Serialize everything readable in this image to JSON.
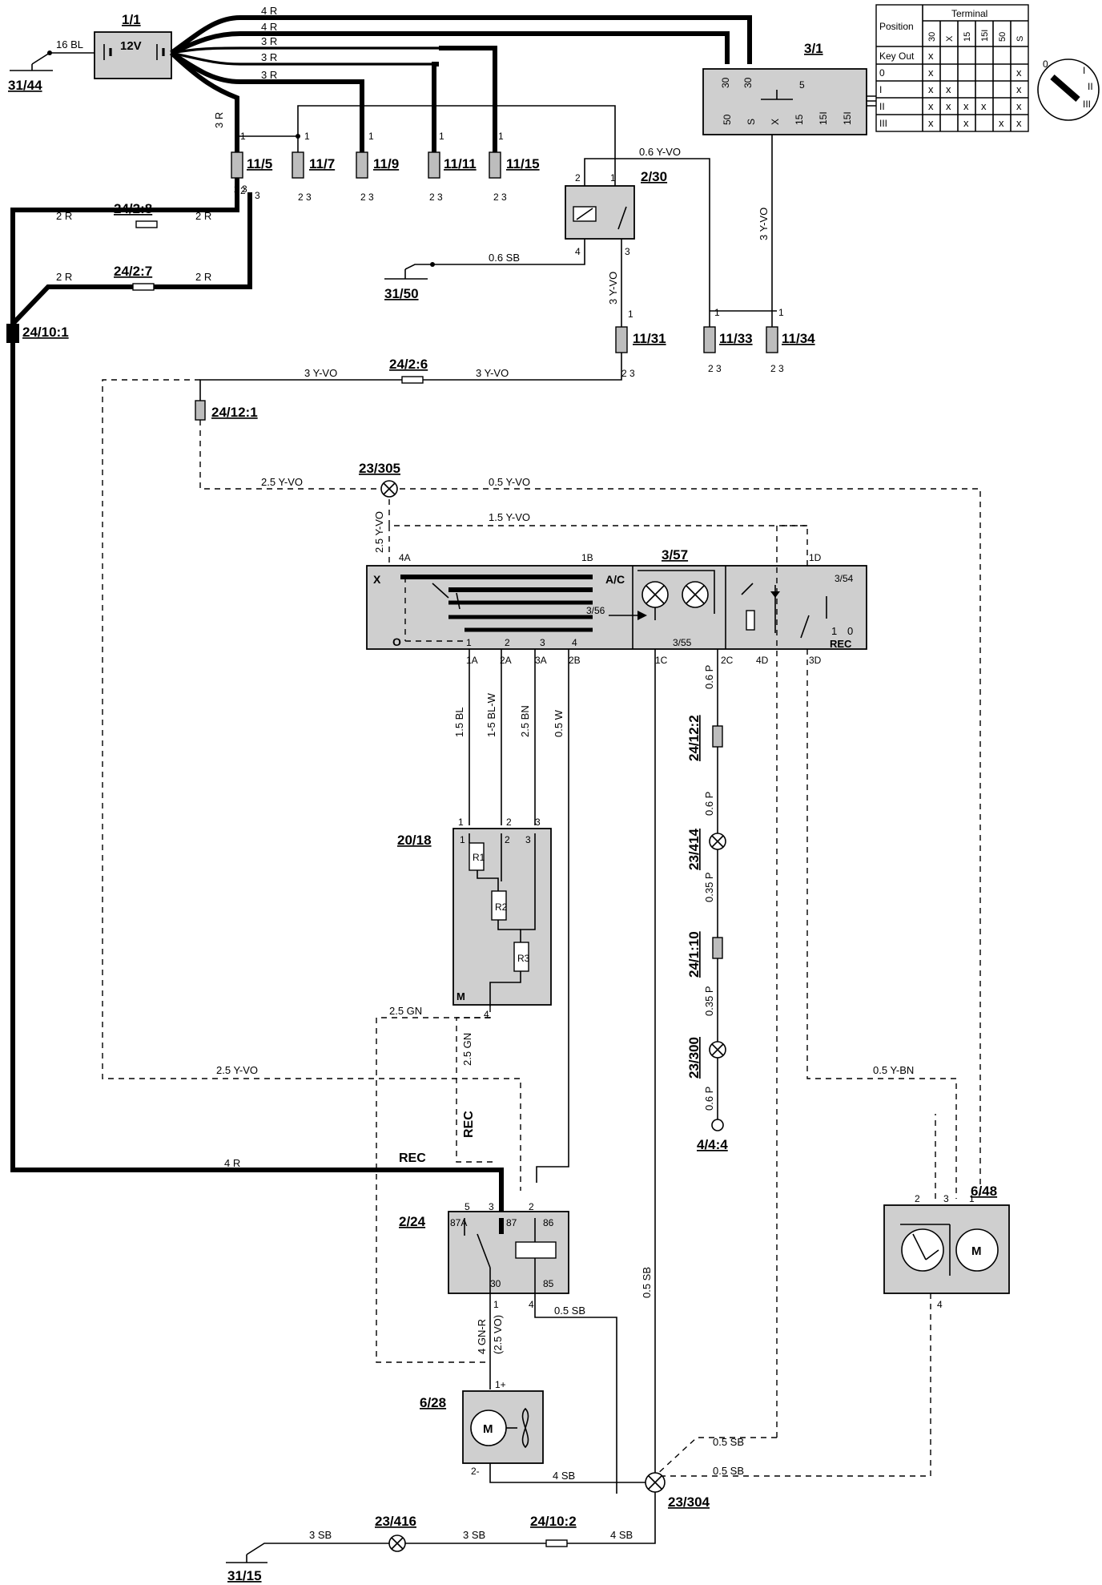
{
  "components": {
    "battery": {
      "id": "1/1",
      "text": "12V"
    },
    "battery_ground": {
      "id": "31/44"
    },
    "ignition_switch": {
      "id": "3/1",
      "pins": [
        "30",
        "30",
        "5",
        "50",
        "S",
        "X",
        "15",
        "15I",
        "15I"
      ]
    },
    "relay_2_30": {
      "id": "2/30"
    },
    "ground_31_50": {
      "id": "31/50"
    },
    "fuses": [
      "11/5",
      "11/7",
      "11/9",
      "11/11",
      "11/15",
      "11/31",
      "11/33",
      "11/34"
    ],
    "connectors": [
      "24/2:8",
      "24/2:7",
      "24/10:1",
      "24/2:6",
      "24/12:1",
      "24/12:2",
      "24/1:10",
      "24/10:2"
    ],
    "splices": [
      "23/305",
      "23/414",
      "23/300",
      "23/304",
      "23/416"
    ],
    "control_panel": {
      "ids": [
        "3/57",
        "3/54",
        "3/56",
        "3/55"
      ],
      "labels": [
        "X",
        "O",
        "A/C",
        "REC",
        "1",
        "0"
      ]
    },
    "blower_resistor": {
      "id": "20/18",
      "labels": [
        "R1",
        "R2",
        "R3",
        "M"
      ]
    },
    "relay_2_24": {
      "id": "2/24",
      "pins": [
        "87A",
        "87",
        "86",
        "30",
        "85"
      ]
    },
    "blower_motor": {
      "id": "6/28",
      "text": "M"
    },
    "recirc_motor": {
      "id": "6/48",
      "text": "M"
    },
    "ground_4_4_4": {
      "id": "4/4:4"
    },
    "ground_31_15": {
      "id": "31/15"
    }
  },
  "labels": {
    "rec": "REC"
  },
  "wires": {
    "bl16": "16 BL",
    "r4": "4 R",
    "r3": "3 R",
    "r2": "2 R",
    "yvo06": "0.6 Y-VO",
    "sb06": "0.6 SB",
    "yvo3": "3 Y-VO",
    "yvo25": "2.5 Y-VO",
    "yvo05": "0.5 Y-VO",
    "yvo15": "1.5 Y-VO",
    "bl15": "1.5 BL",
    "blw15": "1-5 BL-W",
    "bn25": "2.5 BN",
    "w05": "0.5 W",
    "p06": "0.6 P",
    "p035": "0.35 P",
    "gn25": "2.5 GN",
    "ybn05": "0.5 Y-BN",
    "sb05": "0.5 SB",
    "sb4": "4 SB",
    "sb3": "3 SB",
    "gnr4": "4 GN-R",
    "vo25p": "(2.5 VO)"
  },
  "table": {
    "title": "Terminal",
    "header": "Position",
    "terminals": [
      "30",
      "X",
      "15",
      "15I",
      "50",
      "S"
    ],
    "rows": [
      {
        "pos": "Key Out",
        "marks": "x     "
      },
      {
        "pos": "0",
        "marks": "x    x"
      },
      {
        "pos": "I",
        "marks": "xx   x"
      },
      {
        "pos": "II",
        "marks": "xxxx x"
      },
      {
        "pos": "III",
        "marks": "x x xx"
      }
    ]
  },
  "key_positions": [
    "0",
    "I",
    "II",
    "III"
  ]
}
